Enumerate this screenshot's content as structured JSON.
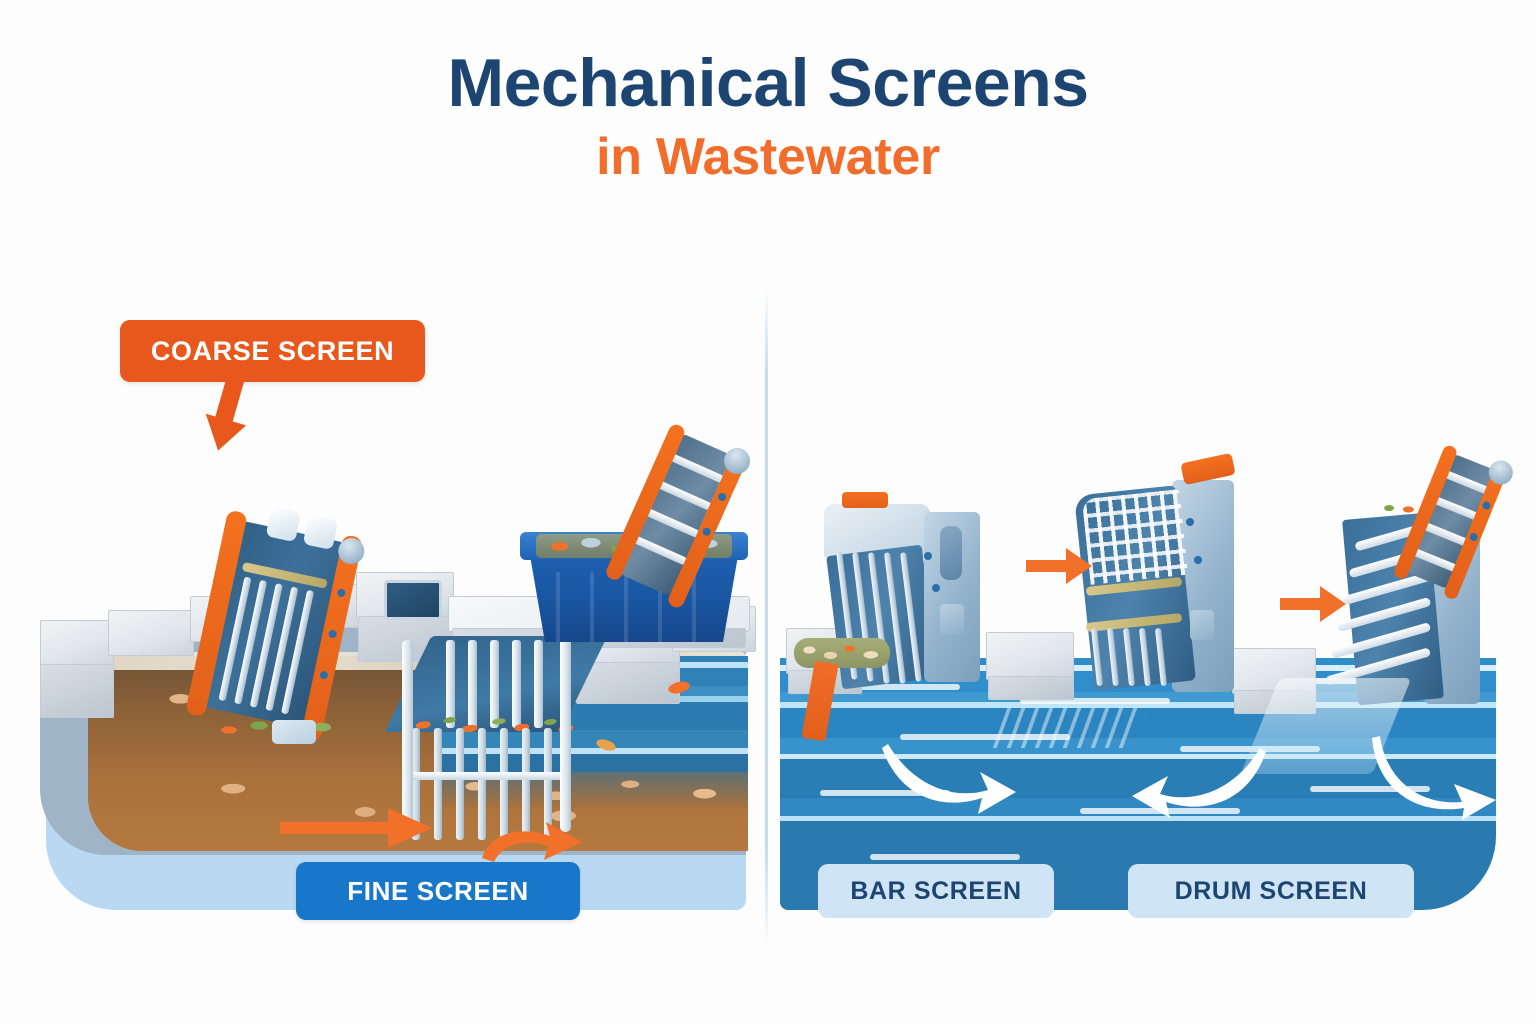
{
  "title": {
    "line1": "Mechanical Screens",
    "line2": "in Wastewater",
    "color_primary": "#1d4572",
    "color_accent": "#f26d2b"
  },
  "badges": {
    "coarse": {
      "label": "COARSE SCREEN",
      "bg": "#e8581c",
      "text_color": "#ffffff"
    },
    "fine": {
      "label": "FINE  SCREEN",
      "bg": "#1877c9",
      "text_color": "#ffffff"
    },
    "bar": {
      "label": "BAR SCREEN",
      "bg": "#cfe4f5",
      "text_color": "#1d4572"
    },
    "drum": {
      "label": "DRUM SCREEN",
      "bg": "#cfe4f5",
      "text_color": "#1d4572"
    }
  },
  "scene": {
    "left_panel": {
      "name": "coarse-and-fine-screen-channel",
      "water_type": "raw wastewater with sludge and debris",
      "sludge_color": "#a9713c",
      "clean_water_color": "#2d7bb0",
      "concrete_color": "#e2e7ec",
      "elements": [
        "coarse-screen-machine",
        "fine-screen",
        "debris-dumpster",
        "screenings-conveyor",
        "concrete-channel-walls",
        "flow-arrow"
      ]
    },
    "right_panel": {
      "name": "bar-and-drum-screen-basin",
      "water_type": "clean blue water",
      "water_color": "#2b85c0",
      "elements": [
        "bar-screen-machine",
        "drum-screen-machine",
        "step-screen-machine",
        "screenings-discharge-chute",
        "flow-arrows"
      ]
    },
    "divider_color": "#bedbf2",
    "background": "#fdfdfd"
  }
}
